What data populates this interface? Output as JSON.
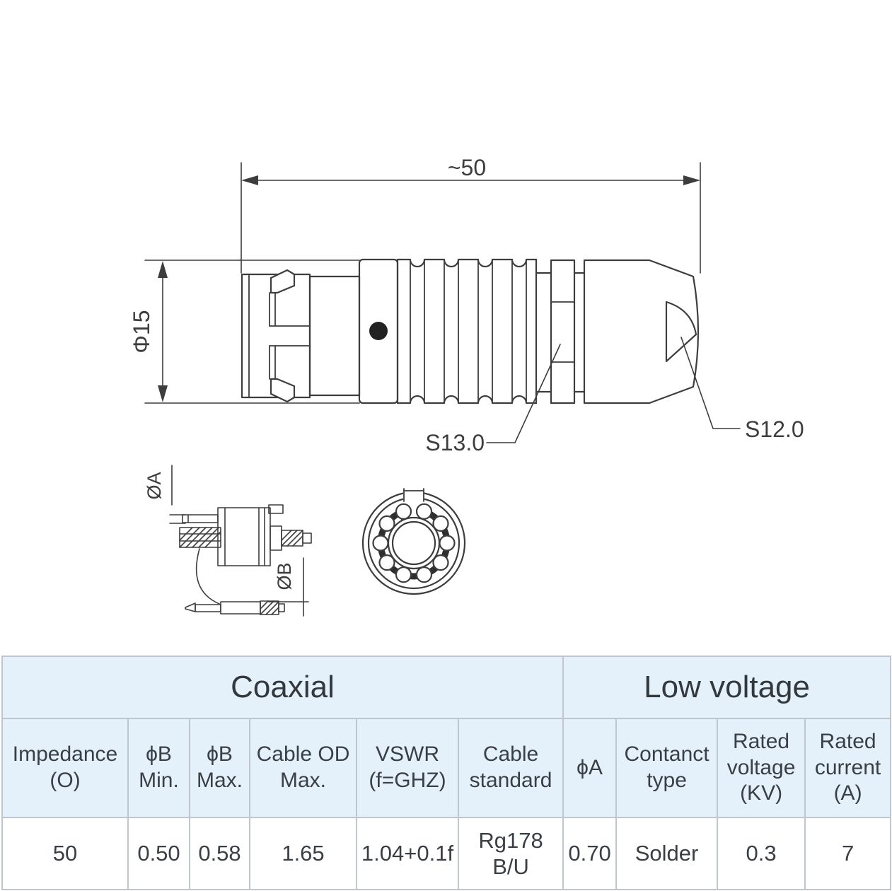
{
  "drawing": {
    "dim_length": "~50",
    "dim_diameter": "Φ15",
    "wrench_size_mid": "S13.0",
    "wrench_size_back": "S12.0",
    "dim_phi_a": "ØA",
    "dim_phi_b": "ØB"
  },
  "table": {
    "groups": [
      {
        "label": "Coaxial"
      },
      {
        "label": "Low voltage"
      }
    ],
    "headers": [
      "Impedance\n(O)",
      "ϕB\nMin.",
      "ϕB\nMax.",
      "Cable OD\nMax.",
      "VSWR\n(f=GHZ)",
      "Cable\nstandard",
      "ϕA",
      "Contanct\ntype",
      "Rated\nvoltage\n(KV)",
      "Rated\ncurrent\n(A)"
    ],
    "row": [
      "50",
      "0.50",
      "0.58",
      "1.65",
      "1.04+0.1f",
      "Rg178\nB/U",
      "0.70",
      "Solder",
      "0.3",
      "7"
    ]
  },
  "colors": {
    "line": "#3d3d3d",
    "header_bg": "#e4f1fb",
    "border": "#bfc6cd",
    "text": "#3a3f45"
  }
}
